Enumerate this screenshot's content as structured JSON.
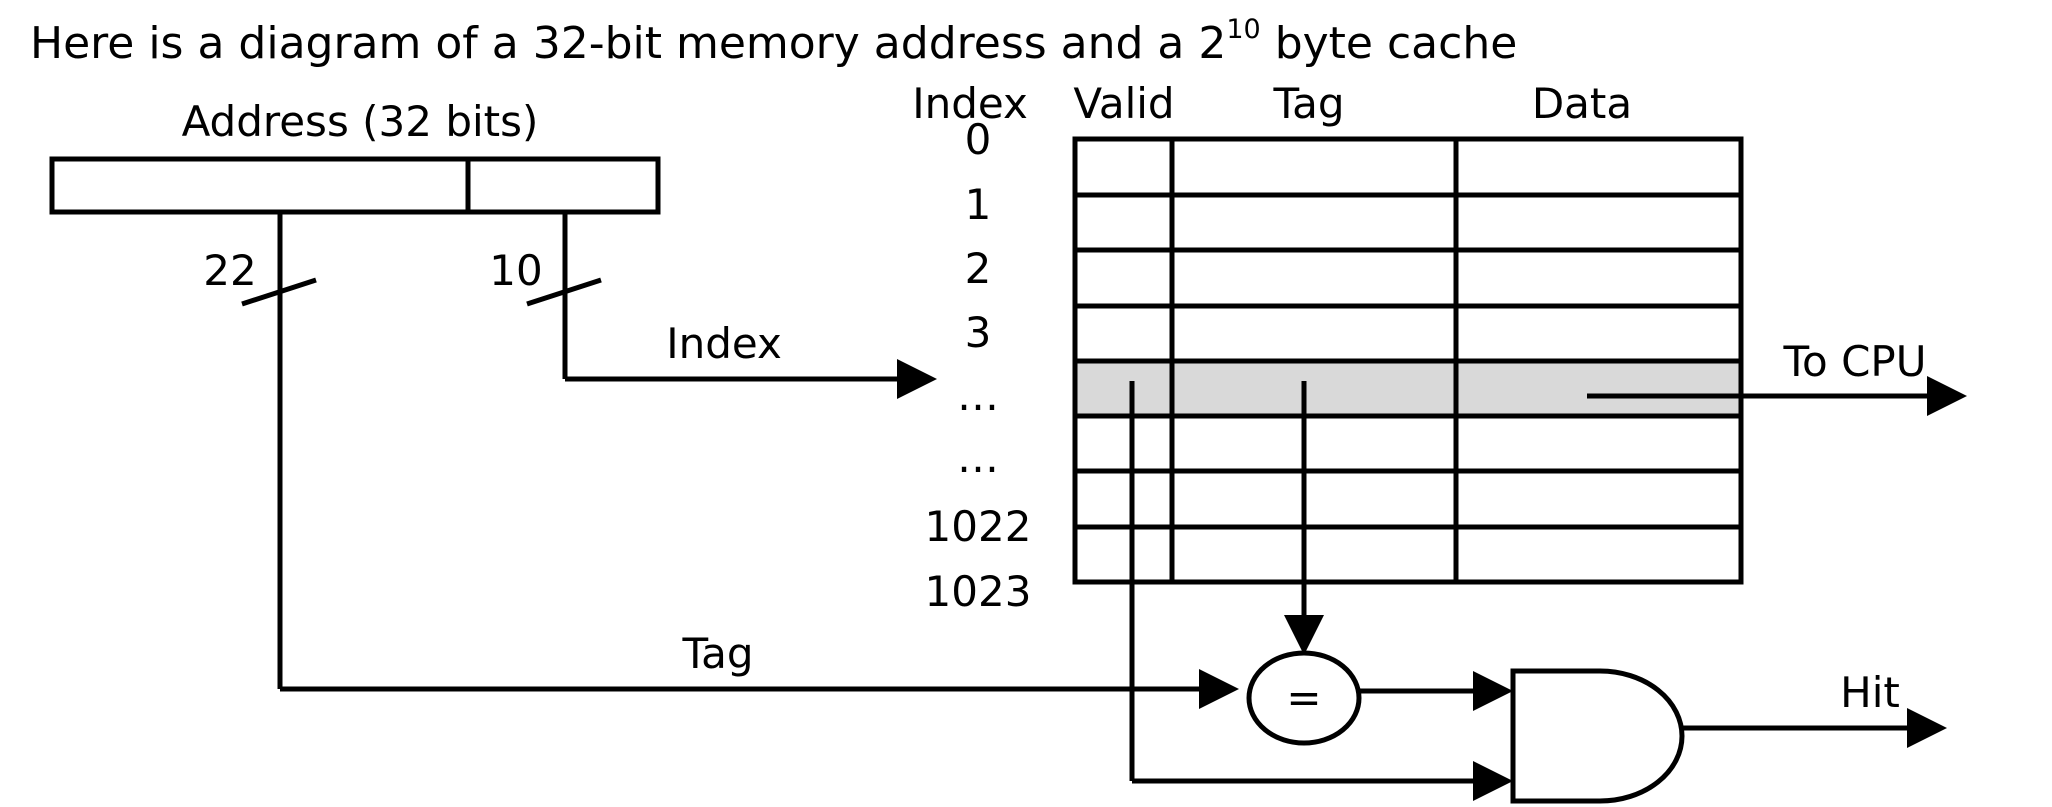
{
  "title": {
    "text": "Here is a diagram of a 32-bit memory address and a 2",
    "exponent": "10",
    "suffix": " byte cache"
  },
  "address": {
    "label": "Address (32 bits)",
    "tag_bits": "22",
    "index_bits": "10"
  },
  "cache": {
    "column_headers": {
      "index": "Index",
      "valid": "Valid",
      "tag": "Tag",
      "data": "Data"
    },
    "row_indices": [
      "0",
      "1",
      "2",
      "3",
      "…",
      "…",
      "1022",
      "1023"
    ],
    "highlighted_row": 4,
    "highlight_color": "#d9d9d9"
  },
  "wires": {
    "index_label": "Index",
    "tag_label": "Tag",
    "to_cpu_label": "To CPU",
    "hit_label": "Hit",
    "comparator_symbol": "="
  }
}
